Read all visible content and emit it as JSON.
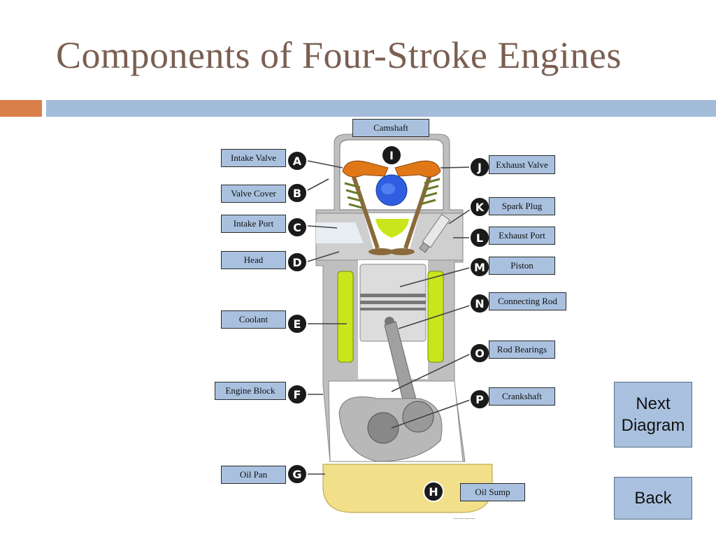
{
  "title": "Components of Four-Stroke Engines",
  "colors": {
    "title": "#7a5f52",
    "accent_bar": "#d9804a",
    "main_bar": "#a3bcd9",
    "label_fill": "#a9c1df",
    "coolant": "#c9e61c",
    "oil": "#f1df8a",
    "cam": "#e07818",
    "spark": "#2f5fe0"
  },
  "labels": {
    "A": "Intake Valve",
    "B": "Valve Cover",
    "C": "Intake Port",
    "D": "Head",
    "E": "Coolant",
    "F": "Engine Block",
    "G": "Oil Pan",
    "H": "Oil Sump",
    "I": "Camshaft",
    "J": "Exhaust Valve",
    "K": "Spark Plug",
    "L": "Exhaust Port",
    "M": "Piston",
    "N": "Connecting Rod",
    "O": "Rod Bearings",
    "P": "Crankshaft"
  },
  "letters": [
    "A",
    "B",
    "C",
    "D",
    "E",
    "F",
    "G",
    "H",
    "I",
    "J",
    "K",
    "L",
    "M",
    "N",
    "O",
    "P"
  ],
  "buttons": {
    "next": "Next Diagram",
    "back": "Back"
  },
  "footnote": "————"
}
